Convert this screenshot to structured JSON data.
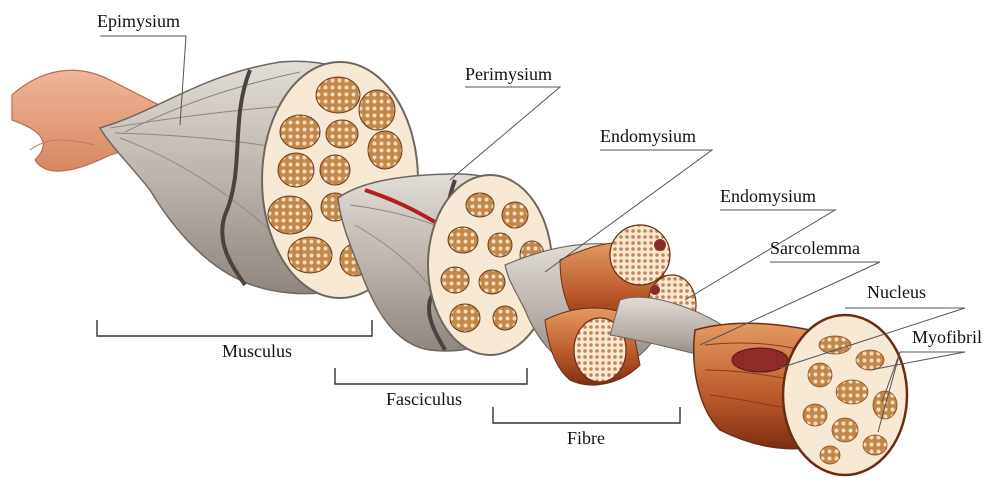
{
  "diagram": {
    "labels": {
      "epimysium": "Epimysium",
      "perimysium": "Perimysium",
      "endomysium_upper": "Endomysium",
      "endomysium_lower": "Endomysium",
      "sarcolemma": "Sarcolemma",
      "nucleus": "Nucleus",
      "myofibril": "Myofibril",
      "musculus": "Musculus",
      "fasciculus": "Fasciculus",
      "fibre": "Fibre"
    },
    "colors": {
      "tendon": "#e8a383",
      "sheath": "#c9c3bd",
      "sheath_dark": "#8e8780",
      "fascicle_fill": "#b8763f",
      "fascicle_bg": "#f7e9d3",
      "fibre_red": "#b5541f",
      "fibre_light": "#d98a53",
      "nucleus": "#8e2a2a"
    }
  }
}
